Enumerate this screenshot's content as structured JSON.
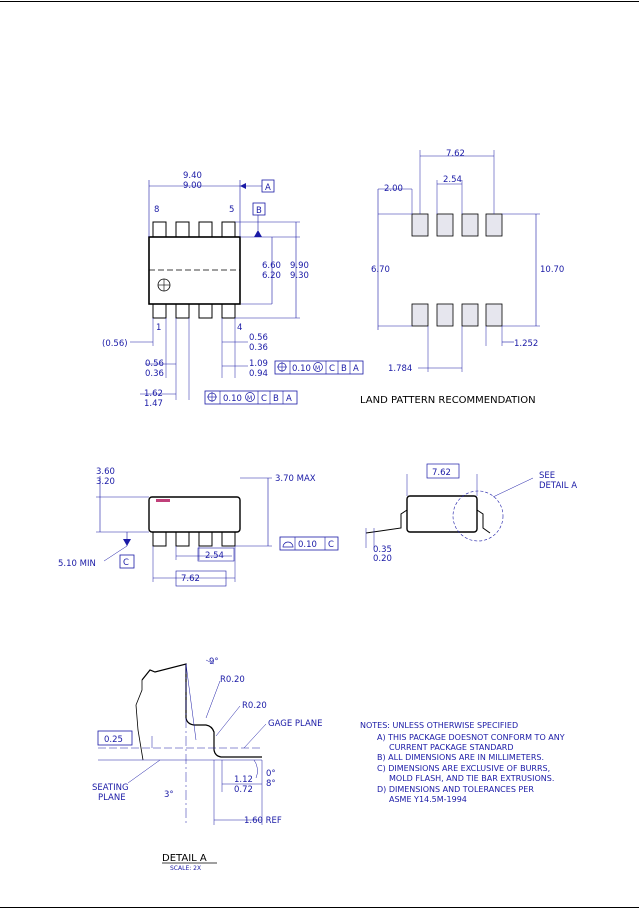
{
  "views": {
    "top": {
      "dims": {
        "body_len_max": "9.40",
        "body_len_min": "9.00",
        "datum_a": "A",
        "datum_b": "B",
        "pin_8": "8",
        "pin_5": "5",
        "pin_1": "1",
        "pin_4": "4",
        "width_max": "6.60",
        "width_min": "6.20",
        "span_max": "9.90",
        "span_min": "9.30",
        "ref_056": "(0.56)",
        "lead_w_max": "0.56",
        "lead_w_min": "0.36",
        "pitch_max": "1.09",
        "pitch_min": "0.94",
        "small_max": "0.56",
        "small_min": "0.36",
        "lead_len_max": "1.62",
        "lead_len_min": "1.47"
      },
      "fcf1": {
        "tol": "0.10",
        "mod": "M",
        "d1": "C",
        "d2": "B",
        "d3": "A"
      },
      "fcf2": {
        "tol": "0.10",
        "mod": "M",
        "d1": "C",
        "d2": "B",
        "d3": "A"
      }
    },
    "land": {
      "dims": {
        "span": "7.62",
        "pad_w": "2.00",
        "pitch": "2.54",
        "inner": "6.70",
        "outer": "10.70",
        "pad_h": "1.252",
        "pad_len": "1.784"
      },
      "title": "LAND PATTERN RECOMMENDATION"
    },
    "side": {
      "dims": {
        "h_max": "3.60",
        "h_min": "3.20",
        "max_h": "3.70 MAX",
        "standoff": "5.10 MIN",
        "datum_c": "C",
        "pitch": "2.54",
        "span": "7.62"
      },
      "fcf": {
        "tol": "0.10",
        "d1": "C"
      }
    },
    "end": {
      "dims": {
        "span": "7.62",
        "t_max": "0.35",
        "t_min": "0.20"
      },
      "callout": [
        "SEE",
        "DETAIL A"
      ]
    },
    "detail": {
      "angle_top": "9°",
      "r1": "R0.20",
      "r2": "R0.20",
      "gage_plane": "GAGE PLANE",
      "gage": "0.25",
      "seating_1": "SEATING",
      "seating_2": "PLANE",
      "angle_3": "3°",
      "foot_max": "1.12",
      "foot_min": "0.72",
      "ang_min": "0°",
      "ang_max": "8°",
      "foot_ref": "1.60 REF",
      "title": "DETAIL A",
      "scale": "SCALE: 2X"
    }
  },
  "notes": {
    "heading": "NOTES: UNLESS OTHERWISE SPECIFIED",
    "lines": [
      "A) THIS PACKAGE DOESNOT CONFORM TO ANY",
      "CURRENT PACKAGE STANDARD",
      "B) ALL DIMENSIONS ARE IN MILLIMETERS.",
      "C) DIMENSIONS ARE EXCLUSIVE OF BURRS,",
      "MOLD FLASH, AND TIE BAR EXTRUSIONS.",
      "D) DIMENSIONS AND TOLERANCES PER",
      "ASME Y14.5M-1994"
    ]
  }
}
